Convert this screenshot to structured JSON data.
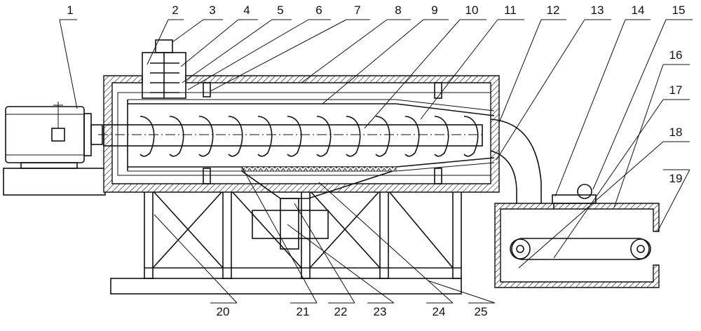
{
  "diagram": {
    "part_numbers": [
      "1",
      "2",
      "3",
      "4",
      "5",
      "6",
      "7",
      "8",
      "9",
      "10",
      "11",
      "12",
      "13",
      "14",
      "15",
      "16",
      "17",
      "18",
      "19",
      "20",
      "21",
      "22",
      "23",
      "24",
      "25"
    ]
  }
}
